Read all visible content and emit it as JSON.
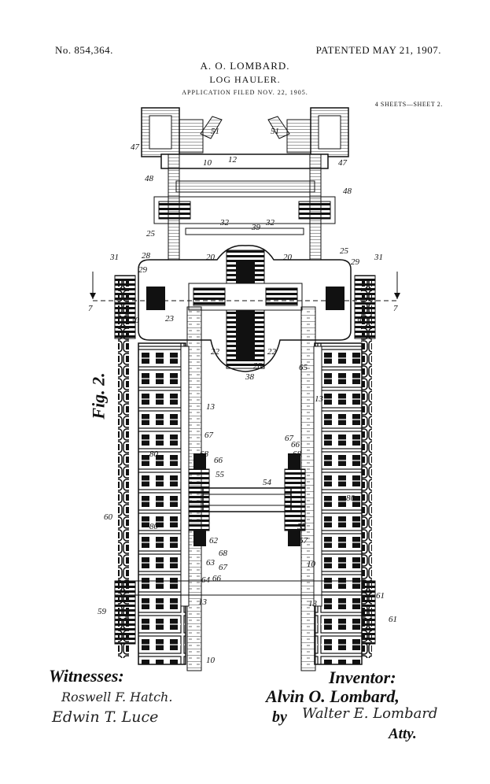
{
  "header": {
    "patent_number": "No. 854,364.",
    "patented": "PATENTED MAY 21, 1907.",
    "inventor_line": "A. O. LOMBARD.",
    "title": "LOG HAULER.",
    "application": "APPLICATION FILED NOV. 22, 1905.",
    "sheets": "4 SHEETS—SHEET 2."
  },
  "figure": {
    "label": "Fig. 2.",
    "section_marks": [
      "7",
      "7"
    ],
    "reference_numerals": [
      "47",
      "48",
      "10",
      "12",
      "51",
      "51",
      "47",
      "48",
      "32",
      "39",
      "32",
      "25",
      "28",
      "29",
      "31",
      "20",
      "20",
      "25",
      "29",
      "31",
      "30",
      "23",
      "30",
      "22",
      "38",
      "28",
      "22",
      "13",
      "13",
      "66",
      "68",
      "67",
      "66",
      "67",
      "68",
      "55",
      "54",
      "60",
      "80",
      "80",
      "80",
      "53",
      "67",
      "62",
      "63",
      "64",
      "66",
      "67",
      "68",
      "10",
      "13",
      "13",
      "59",
      "61",
      "10",
      "61",
      "65"
    ]
  },
  "signatures": {
    "witnesses_title": "Witnesses:",
    "witness_1": "Roswell F. Hatch.",
    "witness_2": "Edwin T. Luce",
    "inventor_title": "Inventor:",
    "inventor_name": "Alvin O. Lombard,",
    "by_label": "by",
    "attorney": "Walter E. Lombard",
    "atty_label": "Atty."
  }
}
